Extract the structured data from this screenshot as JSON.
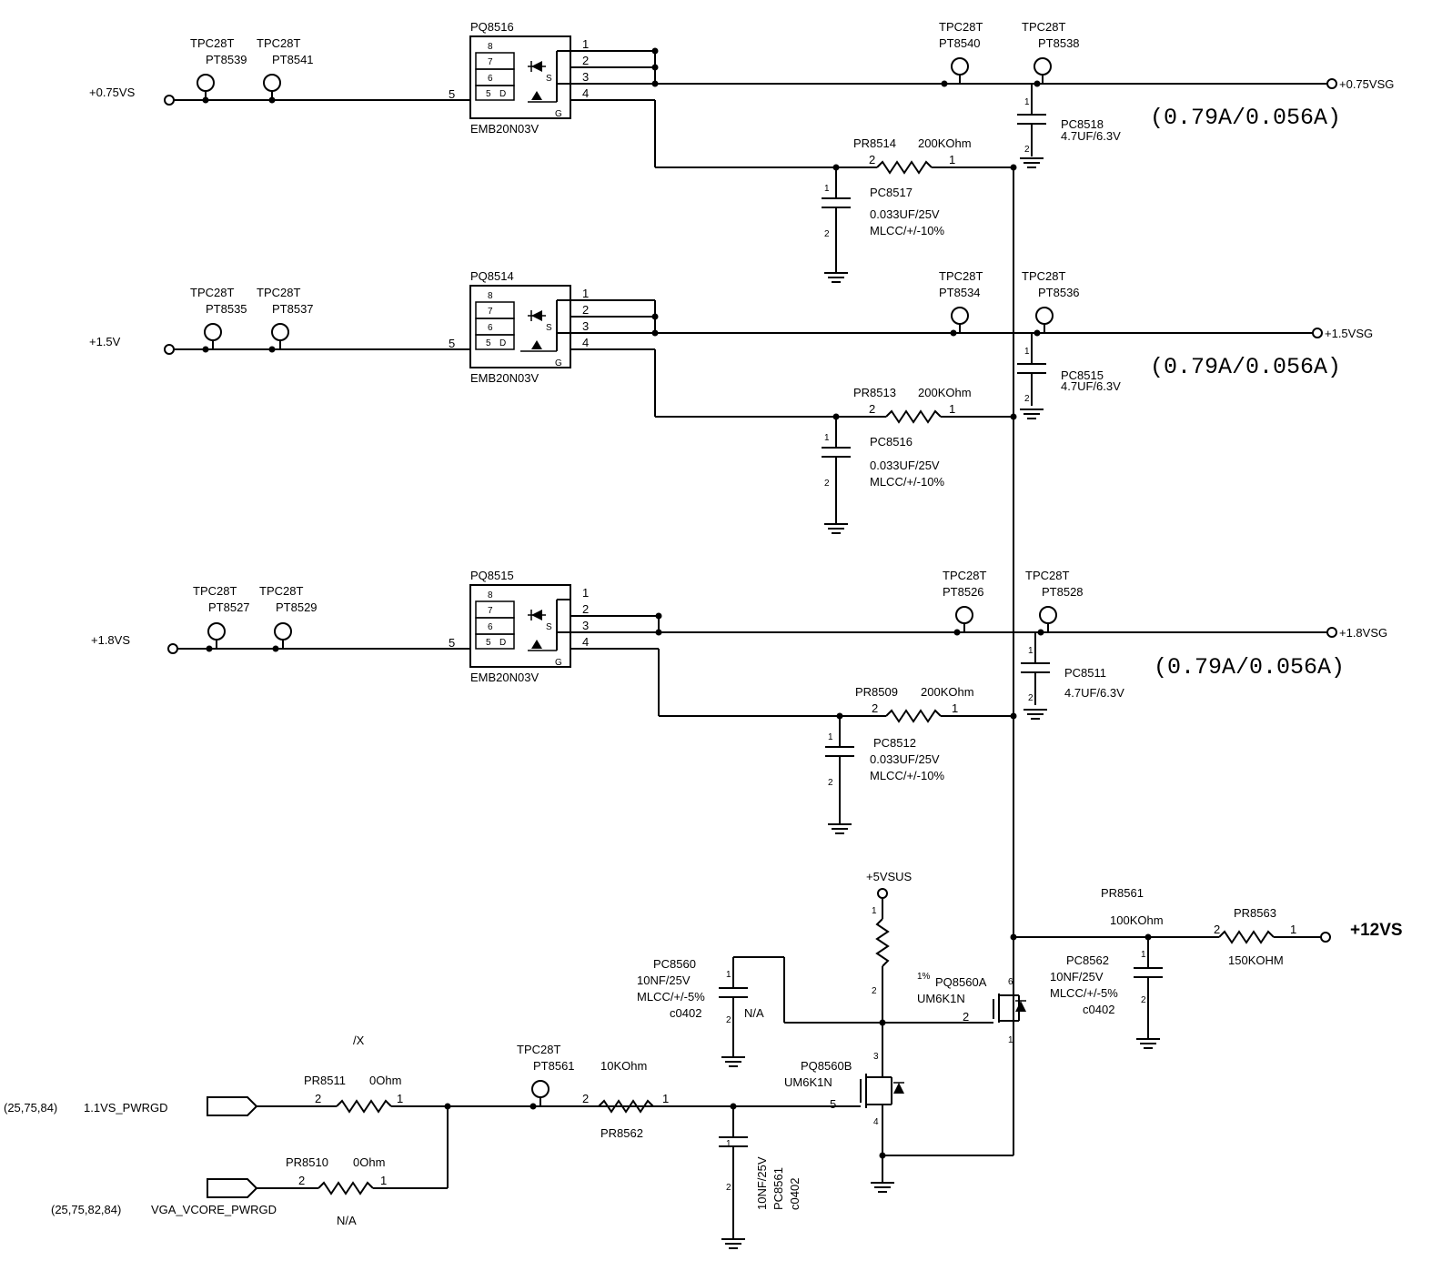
{
  "rails": [
    {
      "input": "+0.75VS",
      "output": "+0.75VSG",
      "current": "(0.79A/0.056A)",
      "mosfet": "PQ8516",
      "mosfet_part": "EMB20N03V",
      "tp_in": [
        {
          "type": "TPC28T",
          "ref": "PT8539"
        },
        {
          "type": "TPC28T",
          "ref": "PT8541"
        }
      ],
      "tp_out": [
        {
          "type": "TPC28T",
          "ref": "PT8540"
        },
        {
          "type": "TPC28T",
          "ref": "PT8538"
        }
      ],
      "resistor": {
        "ref": "PR8514",
        "value": "200KOhm"
      },
      "cap_gate": {
        "ref": "PC8517",
        "value": "0.033UF/25V",
        "spec": "MLCC/+/-10%"
      },
      "cap_out": {
        "ref": "PC8518",
        "value": "4.7UF/6.3V"
      }
    },
    {
      "input": "+1.5V",
      "output": "+1.5VSG",
      "current": "(0.79A/0.056A)",
      "mosfet": "PQ8514",
      "mosfet_part": "EMB20N03V",
      "tp_in": [
        {
          "type": "TPC28T",
          "ref": "PT8535"
        },
        {
          "type": "TPC28T",
          "ref": "PT8537"
        }
      ],
      "tp_out": [
        {
          "type": "TPC28T",
          "ref": "PT8534"
        },
        {
          "type": "TPC28T",
          "ref": "PT8536"
        }
      ],
      "resistor": {
        "ref": "PR8513",
        "value": "200KOhm"
      },
      "cap_gate": {
        "ref": "PC8516",
        "value": "0.033UF/25V",
        "spec": "MLCC/+/-10%"
      },
      "cap_out": {
        "ref": "PC8515",
        "value": "4.7UF/6.3V"
      }
    },
    {
      "input": "+1.8VS",
      "output": "+1.8VSG",
      "current": "(0.79A/0.056A)",
      "mosfet": "PQ8515",
      "mosfet_part": "EMB20N03V",
      "tp_in": [
        {
          "type": "TPC28T",
          "ref": "PT8527"
        },
        {
          "type": "TPC28T",
          "ref": "PT8529"
        }
      ],
      "tp_out": [
        {
          "type": "TPC28T",
          "ref": "PT8526"
        },
        {
          "type": "TPC28T",
          "ref": "PT8528"
        }
      ],
      "resistor": {
        "ref": "PR8509",
        "value": "200KOhm"
      },
      "cap_gate": {
        "ref": "PC8512",
        "value": "0.033UF/25V",
        "spec": "MLCC/+/-10%"
      },
      "cap_out": {
        "ref": "PC8511",
        "value": "4.7UF/6.3V"
      }
    }
  ],
  "control": {
    "supply": "+5VSUS",
    "vin": "+12VS",
    "pr8561": {
      "ref": "PR8561",
      "value": "100KOhm"
    },
    "pr8563": {
      "ref": "PR8563",
      "value": "150KOHM"
    },
    "pc8562": {
      "ref": "PC8562",
      "value": "10NF/25V",
      "spec": "MLCC/+/-5%",
      "pkg": "c0402"
    },
    "pc8560": {
      "ref": "PC8560",
      "value": "10NF/25V",
      "spec": "MLCC/+/-5%",
      "pkg": "c0402",
      "note": "N/A"
    },
    "pull_res_note": "1%",
    "q_a": {
      "ref": "PQ8560A",
      "part": "UM6K1N"
    },
    "q_b": {
      "ref": "PQ8560B",
      "part": "UM6K1N"
    },
    "pr8562": {
      "ref": "PR8562",
      "value": "10KOhm"
    },
    "pc8561": {
      "ref": "PC8561",
      "value": "10NF/25V",
      "pkg": "c0402"
    },
    "tp": {
      "type": "TPC28T",
      "ref": "PT8561"
    },
    "pr8511": {
      "ref": "PR8511",
      "value": "0Ohm"
    },
    "pr8510": {
      "ref": "PR8510",
      "value": "0Ohm",
      "note": "N/A"
    },
    "x_note": "/X",
    "sig1": {
      "pages": "(25,75,84)",
      "name": "1.1VS_PWRGD"
    },
    "sig2": {
      "pages": "(25,75,82,84)",
      "name": "VGA_VCORE_PWRGD"
    }
  }
}
